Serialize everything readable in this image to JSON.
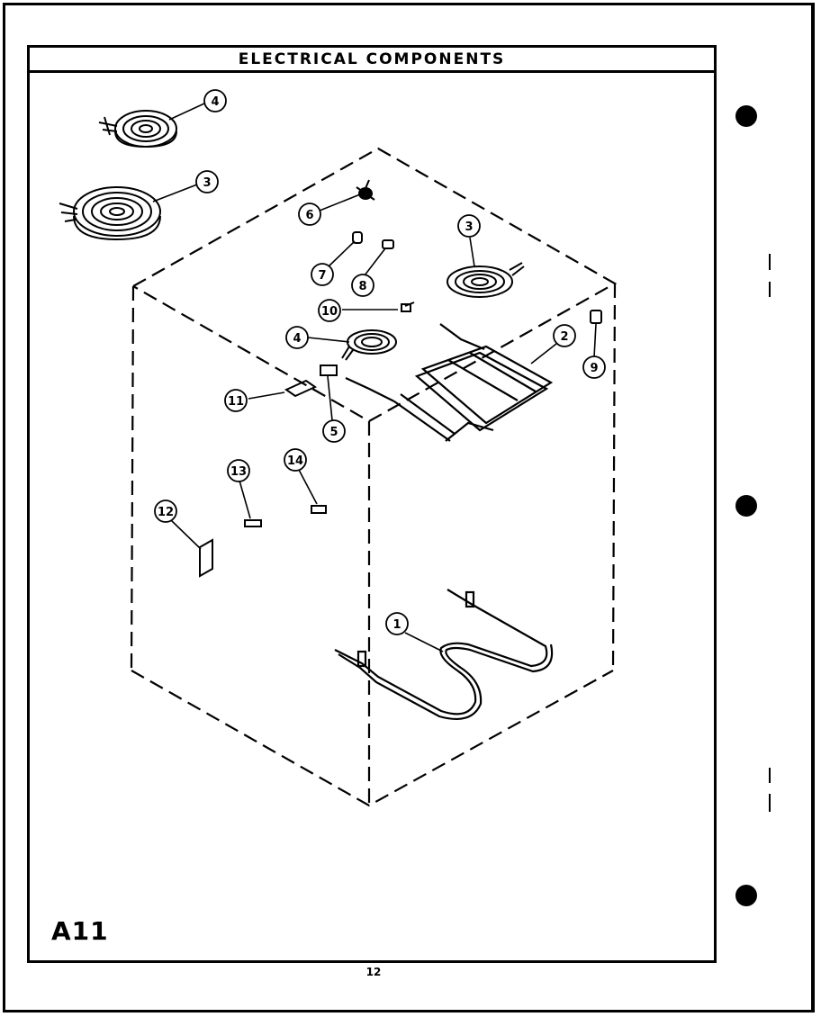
{
  "header": {
    "title": "ELECTRICAL  COMPONENTS"
  },
  "footer": {
    "diagram_code": "A11",
    "page_number": "12"
  },
  "callouts": [
    {
      "id": "callout-4-top",
      "label": "4"
    },
    {
      "id": "callout-3-left",
      "label": "3"
    },
    {
      "id": "callout-6",
      "label": "6"
    },
    {
      "id": "callout-3-right",
      "label": "3"
    },
    {
      "id": "callout-7",
      "label": "7"
    },
    {
      "id": "callout-8",
      "label": "8"
    },
    {
      "id": "callout-10",
      "label": "10"
    },
    {
      "id": "callout-4-mid",
      "label": "4"
    },
    {
      "id": "callout-2",
      "label": "2"
    },
    {
      "id": "callout-9",
      "label": "9"
    },
    {
      "id": "callout-11",
      "label": "11"
    },
    {
      "id": "callout-5",
      "label": "5"
    },
    {
      "id": "callout-13",
      "label": "13"
    },
    {
      "id": "callout-14",
      "label": "14"
    },
    {
      "id": "callout-12",
      "label": "12"
    },
    {
      "id": "callout-1",
      "label": "1"
    }
  ]
}
